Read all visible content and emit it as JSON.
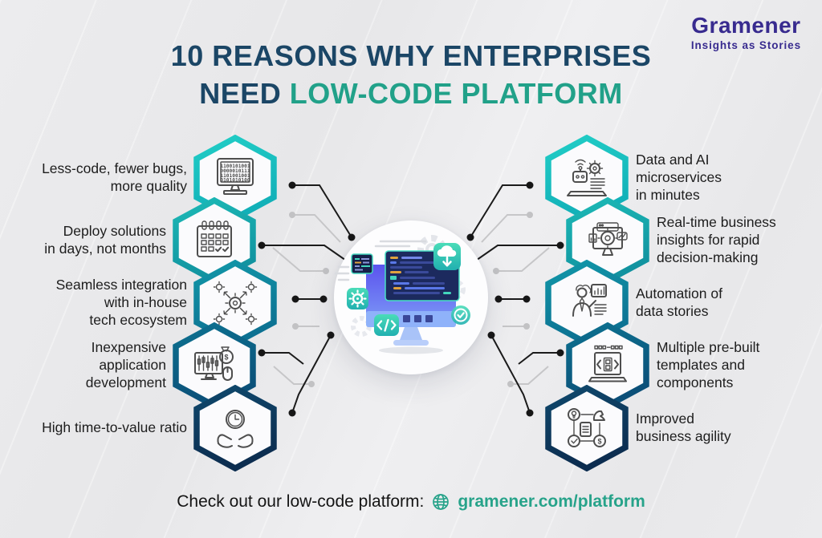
{
  "logo": {
    "name": "Gramener",
    "tagline": "Insights as Stories"
  },
  "title": {
    "line1": "10 REASONS WHY ENTERPRISES",
    "line2_dark": "NEED",
    "line2_accent": "LOW-CODE PLATFORM"
  },
  "left_items": [
    {
      "label": "Less-code, fewer bugs,\nmore quality",
      "icon": "binary-monitor-icon"
    },
    {
      "label": "Deploy solutions\nin days, not months",
      "icon": "calendar-icon"
    },
    {
      "label": "Seamless integration\nwith in-house\ntech ecosystem",
      "icon": "integration-gear-icon"
    },
    {
      "label": "Inexpensive\napplication\ndevelopment",
      "icon": "appdev-monitor-icon"
    },
    {
      "label": "High time-to-value ratio",
      "icon": "hands-clock-icon"
    }
  ],
  "right_items": [
    {
      "label": "Data and AI\nmicroservices\nin minutes",
      "icon": "ai-robot-icon"
    },
    {
      "label": "Real-time business\ninsights for rapid\ndecision-making",
      "icon": "realtime-dashboard-icon"
    },
    {
      "label": "Automation of\ndata stories",
      "icon": "data-story-person-icon"
    },
    {
      "label": "Multiple pre-built\ntemplates and\ncomponents",
      "icon": "templates-laptop-icon"
    },
    {
      "label": "Improved\nbusiness agility",
      "icon": "agility-network-icon"
    }
  ],
  "footer": {
    "text": "Check out our low-code platform:",
    "link": "gramener.com/platform",
    "icon": "globe-icon"
  },
  "icons": {
    "binary_rows": [
      "1100101001",
      "0000010111",
      "1101001001",
      "0101010100"
    ],
    "dollar_glyph": "$",
    "center_illustration": [
      "gear-badge-icon",
      "code-badge-icon",
      "cloud-download-icon",
      "check-badge-icon",
      "code-window",
      "mini-code-window",
      "monitor"
    ]
  },
  "colors": {
    "title_dark": "#1b4666",
    "title_accent": "#21a189",
    "logo_purple": "#382b8f",
    "text": "#1d1d1d",
    "link_teal": "#27a38a",
    "hex_gradients": [
      [
        "#21cdc6",
        "#12b0b8"
      ],
      [
        "#1cb9b6",
        "#11929f"
      ],
      [
        "#1297a8",
        "#0c7192"
      ],
      [
        "#0d7190",
        "#0b4f78"
      ],
      [
        "#0f486c",
        "#0c2d50"
      ]
    ]
  }
}
